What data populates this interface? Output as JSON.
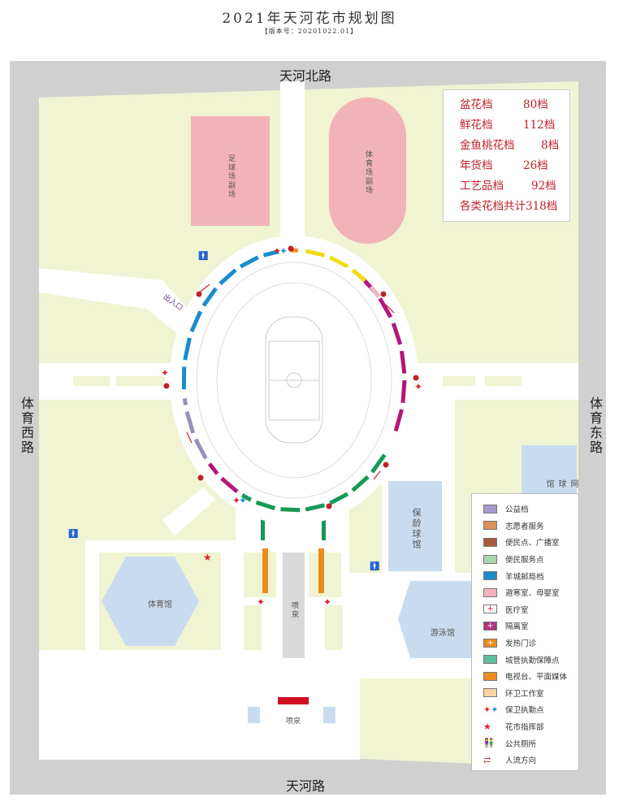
{
  "header": {
    "title": "2021年天河花市规划图",
    "version": "【版本号：20201022.01】"
  },
  "roads": {
    "north": "天河北路",
    "south": "天河路",
    "west": "体育西路",
    "east": "体育东路"
  },
  "buildings": {
    "football_field": "足球场副场",
    "stadium_field": "体育场副场",
    "bowling": "保龄球馆",
    "tennis": "网球馆",
    "gymnasium": "体育馆",
    "natatorium": "游泳馆",
    "fountain": "喷泉",
    "entrance": "出入口"
  },
  "stats": [
    {
      "name": "盆花档",
      "count": "80档"
    },
    {
      "name": "鲜花档",
      "count": "112档"
    },
    {
      "name": "金鱼桃花档",
      "count": "8档"
    },
    {
      "name": "年货档",
      "count": "26档"
    },
    {
      "name": "工艺品档",
      "count": "92档"
    },
    {
      "name": "各类花档共计318档",
      "count": ""
    }
  ],
  "legend": [
    {
      "label": "公益档",
      "color": "#a99bc9",
      "icon": "swatch"
    },
    {
      "label": "志愿者服务",
      "color": "#d9935a",
      "icon": "swatch"
    },
    {
      "label": "便民点、广播室",
      "color": "#a85a3c",
      "icon": "swatch"
    },
    {
      "label": "便民服务点",
      "color": "#a8d8b0",
      "icon": "swatch"
    },
    {
      "label": "羊城邮局档",
      "color": "#1a8ccc",
      "icon": "swatch"
    },
    {
      "label": "避寒室、母婴室",
      "color": "#f2b3bd",
      "icon": "swatch"
    },
    {
      "label": "医疗室",
      "color": "#ffffff",
      "icon": "plus-swatch"
    },
    {
      "label": "隔离室",
      "color": "#b0337f",
      "icon": "plus-swatch"
    },
    {
      "label": "发热门诊",
      "color": "#ec8a1e",
      "icon": "plus-swatch"
    },
    {
      "label": "城管执勤保障点",
      "color": "#5fbf9c",
      "icon": "swatch"
    },
    {
      "label": "电视台、平面媒体",
      "color": "#ec8a1e",
      "icon": "swatch"
    },
    {
      "label": "环卫工作室",
      "color": "#f8d3a3",
      "icon": "swatch"
    },
    {
      "label": "保卫执勤点",
      "color": "#e0202a",
      "icon": "security-star-icon"
    },
    {
      "label": "花市指挥部",
      "color": "#e0202a",
      "icon": "star-icon"
    },
    {
      "label": "公共厕所",
      "color": "#1a9ad6",
      "icon": "toilet-icon"
    },
    {
      "label": "人流方向",
      "color": "#d02030",
      "icon": "arrows-icon"
    }
  ],
  "colors": {
    "green": "#f0f4d2",
    "road": "#ffffff",
    "frame": "#cfcfcf",
    "building": "#c9dcef",
    "pink": "#f2b3b8",
    "stall_green": "#149a56",
    "stall_magenta": "#b4157a",
    "stall_blue": "#1a8ccc",
    "stall_purple": "#9493c0",
    "stall_yellow": "#f0dc18",
    "stall_orange": "#ec8a1e"
  }
}
